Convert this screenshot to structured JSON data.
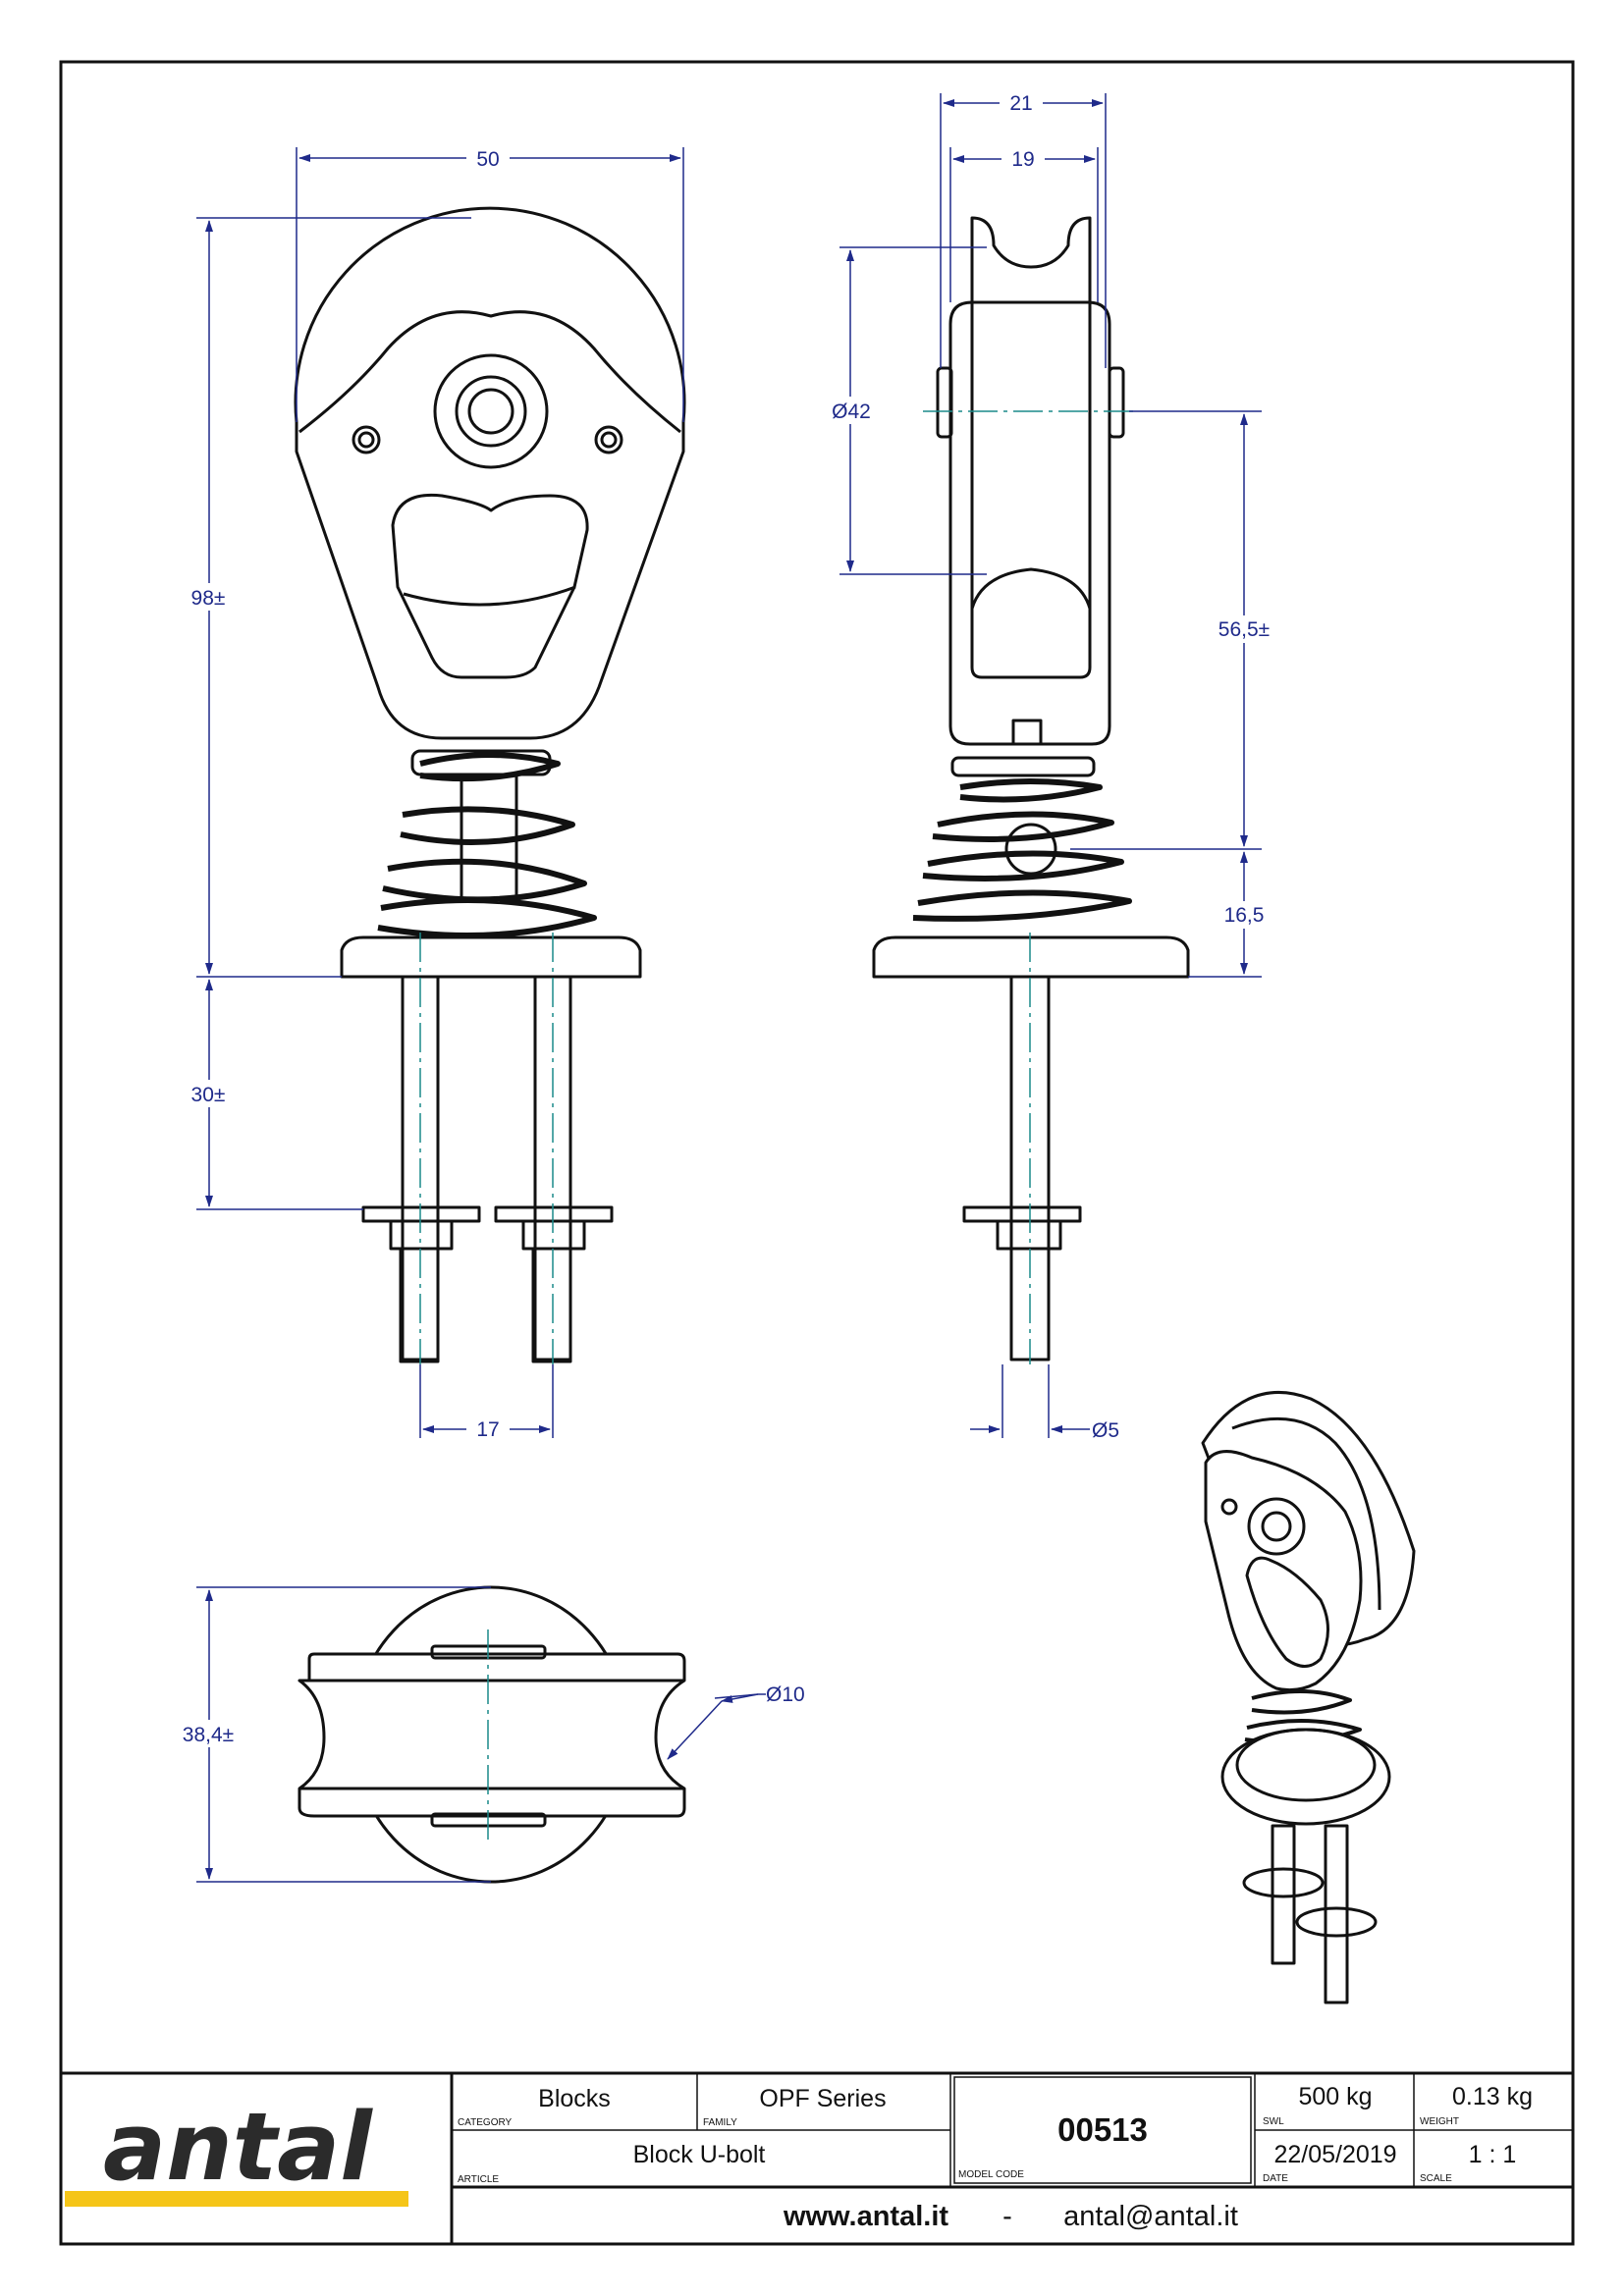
{
  "dimensions": {
    "width_total": "50",
    "height_total": "98±",
    "height_bolts": "30±",
    "bolt_spacing": "17",
    "side_outer": "21",
    "side_inner": "19",
    "sheave_diameter": "Ø42",
    "axle_height": "56,5±",
    "base_height": "16,5",
    "bolt_diameter": "Ø5",
    "top_height": "38,4±",
    "groove_diameter": "Ø10"
  },
  "title_block": {
    "logo": "antal",
    "category_value": "Blocks",
    "category_caption": "CATEGORY",
    "family_value": "OPF Series",
    "family_caption": "FAMILY",
    "article_value": "Block U-bolt",
    "article_caption": "ARTICLE",
    "model_code_value": "00513",
    "model_code_caption": "MODEL CODE",
    "swl_value": "500 kg",
    "swl_caption": "SWL",
    "weight_value": "0.13 kg",
    "weight_caption": "WEIGHT",
    "date_value": "22/05/2019",
    "date_caption": "DATE",
    "scale_value": "1 : 1",
    "scale_caption": "SCALE",
    "website": "www.antal.it",
    "separator": "-",
    "email": "antal@antal.it"
  },
  "colors": {
    "dimension": "#1f2a8a",
    "centerline": "#1a8a8a",
    "outline": "#111111",
    "logo_bar": "#f5c518"
  }
}
